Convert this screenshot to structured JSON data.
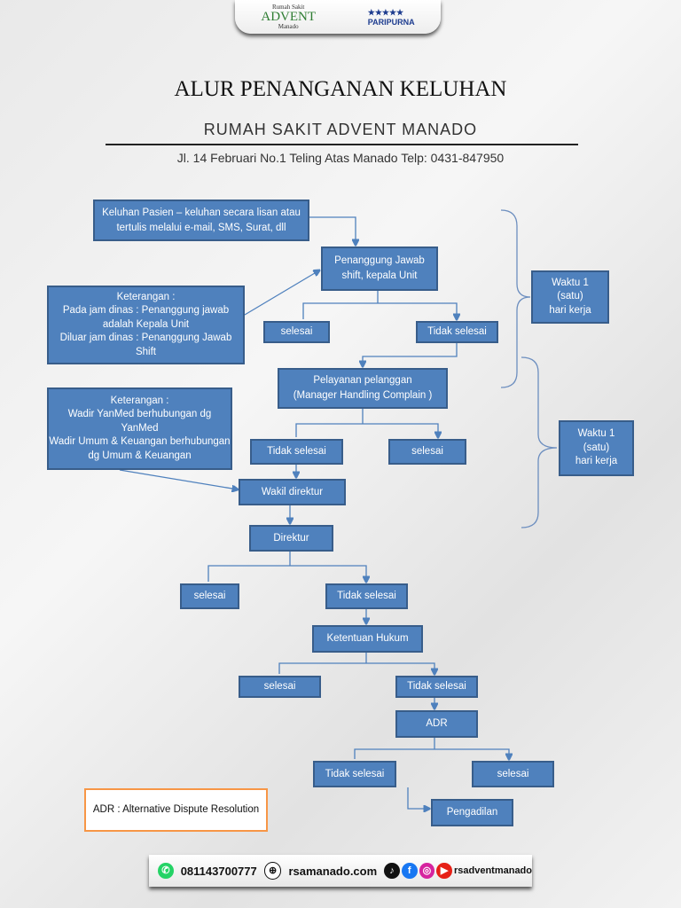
{
  "header": {
    "logo_small": "Rumah Sakit",
    "logo_main": "ADVENT",
    "logo_city": "Manado",
    "accreditation": "PARIPURNA"
  },
  "title": "ALUR PENANGANAN KELUHAN",
  "subtitle": "RUMAH SAKIT ADVENT MANADO",
  "address": "Jl. 14 Februari No.1 Teling Atas Manado Telp:  0431-847950",
  "boxes": {
    "keluhan": "Keluhan Pasien – keluhan secara lisan atau tertulis melalui e-mail, SMS, Surat, dll",
    "pj": "Penanggung Jawab shift, kepala Unit",
    "ket1": "Keterangan :\nPada jam dinas : Penanggung jawab adalah Kepala Unit\nDiluar jam dinas : Penanggung Jawab Shift",
    "selesai1": "selesai",
    "tidak1": "Tidak selesai",
    "pelayanan": "Pelayanan pelanggan\n(Manager  Handling Complain )",
    "ket2": "Keterangan :\nWadir YanMed berhubungan dg YanMed\nWadir Umum & Keuangan berhubungan dg Umum & Keuangan",
    "tidak2": "Tidak selesai",
    "selesai2": "selesai",
    "wakil": "Wakil direktur",
    "direktur": "Direktur",
    "selesai3": "selesai",
    "tidak3": "Tidak selesai",
    "hukum": "Ketentuan Hukum",
    "selesai4": "selesai",
    "tidak4": "Tidak selesai",
    "adr": "ADR",
    "tidak5": "Tidak selesai",
    "selesai5": "selesai",
    "pengadilan": "Pengadilan",
    "waktu1": "Waktu 1\n(satu)\nhari kerja",
    "waktu2": "Waktu 1\n(satu)\nhari kerja"
  },
  "legend": "ADR : Alternative Dispute Resolution",
  "footer": {
    "phone": "081143700777",
    "website": "rsamanado.com",
    "social": "rsadventmanado"
  }
}
